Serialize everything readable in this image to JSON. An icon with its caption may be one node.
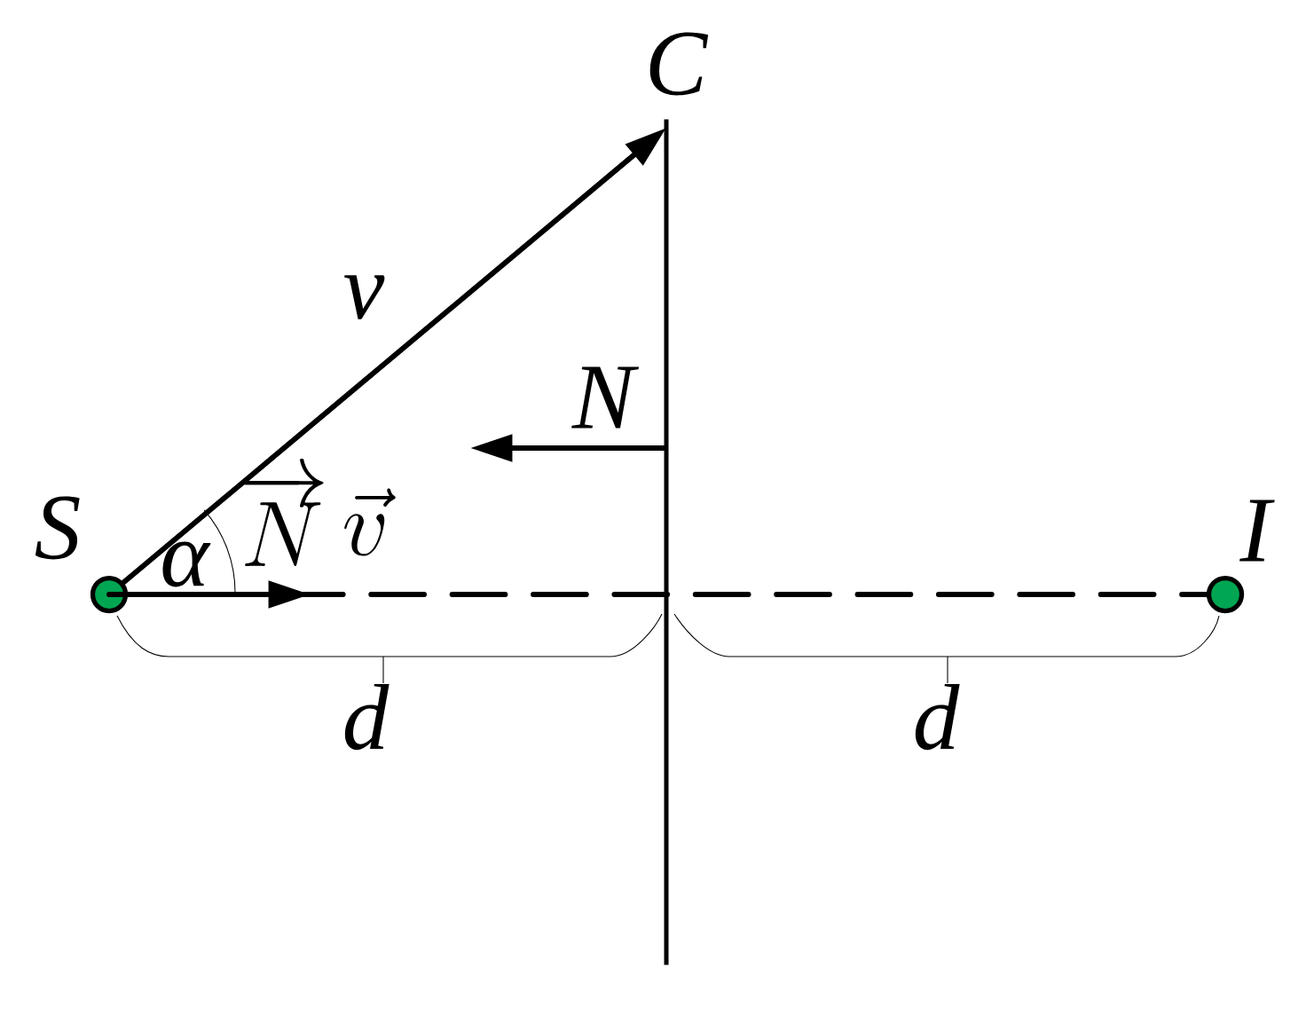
{
  "diagram": {
    "nodes": [
      {
        "text": [],
        "shape": "circle",
        "beside": [
          "S"
        ]
      },
      {
        "text": [],
        "shape": "bar",
        "beside": [
          "C"
        ]
      },
      {
        "text": [],
        "shape": "circle",
        "beside": [
          "I"
        ]
      }
    ],
    "edges": [
      {
        "from": 0,
        "to": 1,
        "arrow": "to",
        "label": "v"
      },
      {
        "from": 1,
        "to": null,
        "arrow": "to",
        "label": "N"
      },
      {
        "from": 0,
        "to": null,
        "arrow": "to"
      },
      {
        "from": 0,
        "to": 2,
        "arrow": "none",
        "style": "dashed"
      }
    ],
    "labels": [
      "α",
      "\\overrightarrow{N}",
      "\\vec{v}",
      "d",
      "d"
    ]
  }
}
